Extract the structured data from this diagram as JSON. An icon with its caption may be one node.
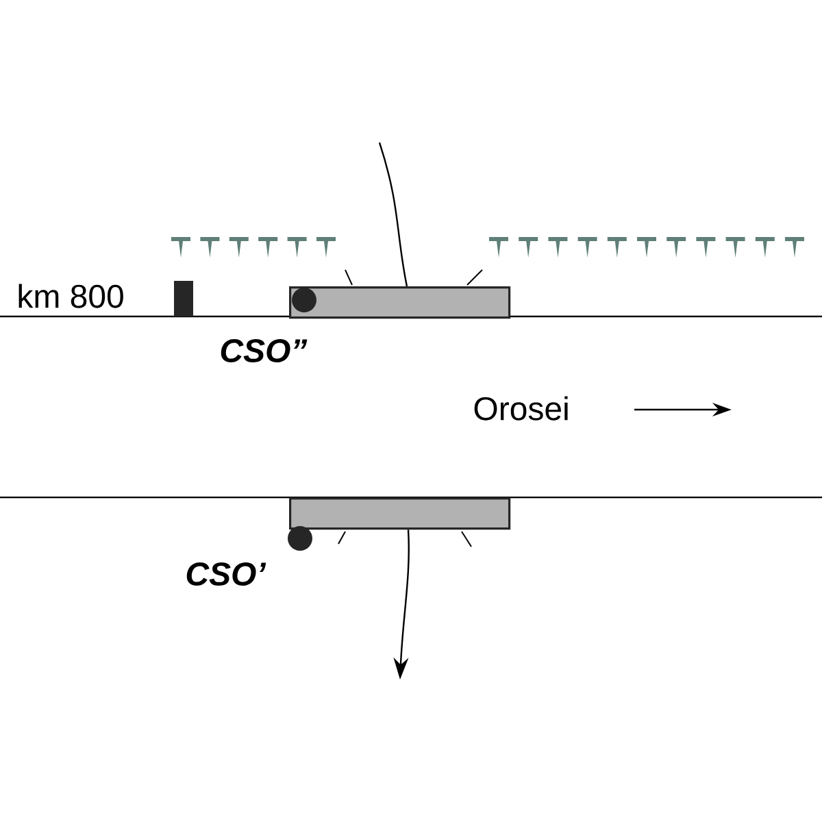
{
  "diagram": {
    "nodes": [
      {
        "text": [],
        "shape": "bar"
      },
      {
        "text": [],
        "shape": "bar"
      }
    ],
    "edges": [
      {
        "from": null,
        "to": 0,
        "arrow": "none"
      },
      {
        "from": 1,
        "to": null,
        "arrow": "to"
      }
    ],
    "labels": [
      "km 800",
      "CSO”",
      "Orosei",
      "CSO’"
    ]
  }
}
